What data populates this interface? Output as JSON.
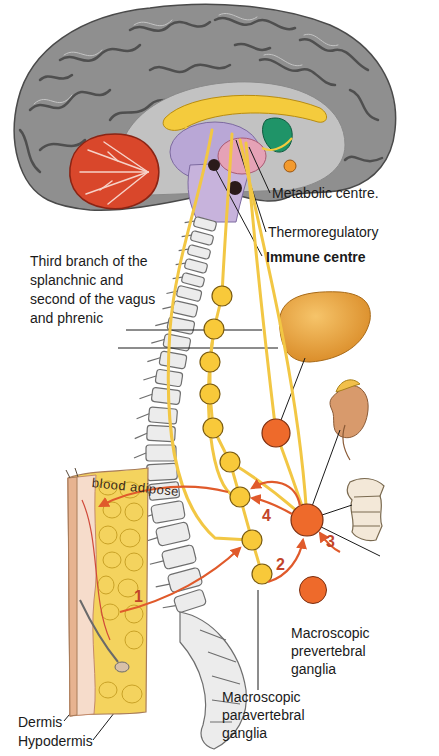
{
  "diagram": {
    "labels": [
      "Metabolic centre.",
      "Thermoregulatory",
      "Immune centre",
      "Third branch of the splanchnic and second of the vagus and phrenic",
      "blood adipose",
      "1",
      "2",
      "3",
      "4",
      "Macroscopic paravertebral ganglia",
      "Dermis",
      "Hypodermis"
    ],
    "legend": [
      {
        "text": "Macroscopic prevertebral ganglia",
        "color": "#ee6a2b"
      }
    ]
  }
}
